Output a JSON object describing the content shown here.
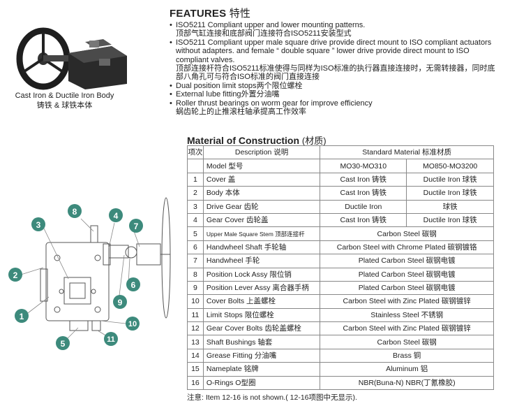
{
  "features": {
    "title": "FEATURES",
    "title_cn": "特性",
    "items": [
      {
        "en": "ISO5211 Compliant upper and lower mounting patterns.",
        "cn": "顶部气缸连接和底部阀门连接符合ISO5211安装型式"
      },
      {
        "en": "ISO5211 Compliant upper male square drive provide direct mount to ISO compliant actuators without adapters. and female “ double square ” lower drive provide direct mount to ISO compliant valves.",
        "cn": "顶部连接杆符合ISO5211标准使得与同样为ISO标准的执行器直接连接时，无需转接器，同时底部八角孔可与符合ISO标准的阀门直接连接"
      },
      {
        "en": "Dual position limit stops",
        "cn": "两个限位螺栓"
      },
      {
        "en": "External lube fitting",
        "cn": "外置分油嘴"
      },
      {
        "en": "Roller thrust bearings on worm gear for improve efficiency",
        "cn": "蜗齿轮上的止推滚柱轴承提高工作效率"
      }
    ]
  },
  "product_caption": {
    "en": "Cast Iron & Ductile Iron Body",
    "cn": "铸铁 & 球铁本体"
  },
  "diagram_callouts": [
    "8",
    "4",
    "3",
    "7",
    "2",
    "6",
    "9",
    "1",
    "10",
    "5",
    "11"
  ],
  "material_construction": {
    "title": "Material of Construction",
    "title_cn": "(材质)",
    "header": {
      "no": "项次",
      "description": "Description 说明",
      "material": "Standard Material 标准材质"
    },
    "model_row": {
      "label": "Model 型号",
      "col1": "MO30-MO310",
      "col2": "MO850-MO3200"
    },
    "rows": [
      {
        "no": "1",
        "description": "Cover 盖",
        "mat1": "Cast Iron 铸铁",
        "mat2": "Ductile Iron 球铁"
      },
      {
        "no": "2",
        "description": "Body 本体",
        "mat1": "Cast Iron 铸铁",
        "mat2": "Ductile Iron 球铁"
      },
      {
        "no": "3",
        "description": "Drive Gear 齿轮",
        "mat1": "Ductile Iron",
        "mat2": "球铁"
      },
      {
        "no": "4",
        "description": "Gear Cover 齿轮盖",
        "mat1": "Cast Iron 铸铁",
        "mat2": "Ductile Iron 球铁"
      },
      {
        "no": "5",
        "description": "Upper Male Square Stem 顶部连接杆",
        "material": "Carbon Steel 碳钢"
      },
      {
        "no": "6",
        "description": "Handwheel Shaft 手轮轴",
        "material": "Carbon Steel with Chrome Plated 碳钢镀铬"
      },
      {
        "no": "7",
        "description": "Handwheel 手轮",
        "material": "Plated Carbon Steel 碳钢电镀"
      },
      {
        "no": "8",
        "description": "Position Lock Assy 限位销",
        "material": "Plated Carbon Steel 碳钢电镀"
      },
      {
        "no": "9",
        "description": "Position Lever Assy 离合器手柄",
        "material": "Plated Carbon Steel 碳钢电镀"
      },
      {
        "no": "10",
        "description": "Cover Bolts 上盖螺栓",
        "material": "Carbon Steel with Zinc Plated 碳钢镀锌"
      },
      {
        "no": "11",
        "description": "Limit Stops 限位螺栓",
        "material": "Stainless Steel 不锈钢"
      },
      {
        "no": "12",
        "description": "Gear Cover Bolts 齿轮盖螺栓",
        "material": "Carbon Steel with Zinc Plated 碳钢镀锌"
      },
      {
        "no": "13",
        "description": "Shaft Bushings 轴套",
        "material": "Carbon Steel 碳钢"
      },
      {
        "no": "14",
        "description": "Grease Fitting 分油嘴",
        "material": "Brass 铜"
      },
      {
        "no": "15",
        "description": "Nameplate 铭牌",
        "material": "Aluminum 铝"
      },
      {
        "no": "16",
        "description": "O-Rings O型圈",
        "material": "NBR(Buna-N) NBR(丁氰橡胶)"
      }
    ],
    "note": "注意: Item 12-16 is not shown.( 12-16项图中无显示)."
  },
  "colors": {
    "callout": "#3d8a7c",
    "line": "#555555",
    "grid": "#888888"
  }
}
